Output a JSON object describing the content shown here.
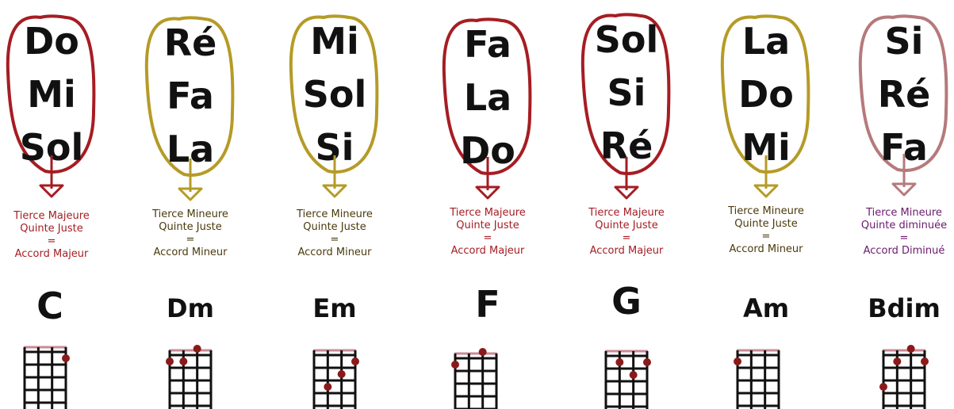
{
  "columns": [
    {
      "notes": [
        "Do",
        "Mi",
        "Sol"
      ],
      "desc": [
        "Tierce Majeure",
        "Quinte Juste",
        "=",
        "Accord Majeur"
      ],
      "chord": "C",
      "color": "#a51d23",
      "text_color": "#a51d23",
      "dots": [
        [
          3,
          2
        ]
      ]
    },
    {
      "notes": [
        "Ré",
        "Fa",
        "La"
      ],
      "desc": [
        "Tierce Mineure",
        "Quinte Juste",
        "=",
        "Accord Mineur"
      ],
      "chord": "Dm",
      "color": "#b59b27",
      "text_color": "#4a3a0c",
      "dots": [
        [
          0,
          2
        ],
        [
          1,
          2
        ],
        [
          2,
          1
        ]
      ]
    },
    {
      "notes": [
        "Mi",
        "Sol",
        "Si"
      ],
      "desc": [
        "Tierce Mineure",
        "Quinte Juste",
        "=",
        "Accord Mineur"
      ],
      "chord": "Em",
      "color": "#b59b27",
      "text_color": "#4a3a0c",
      "dots": [
        [
          1,
          4
        ],
        [
          2,
          3
        ],
        [
          3,
          2
        ]
      ]
    },
    {
      "notes": [
        "Fa",
        "La",
        "Do"
      ],
      "desc": [
        "Tierce Majeure",
        "Quinte Juste",
        "=",
        "Accord Majeur"
      ],
      "chord": "F",
      "color": "#a51d23",
      "text_color": "#a51d23",
      "dots": [
        [
          0,
          2
        ],
        [
          2,
          1
        ]
      ]
    },
    {
      "notes": [
        "Sol",
        "Si",
        "Ré"
      ],
      "desc": [
        "Tierce Majeure",
        "Quinte Juste",
        "=",
        "Accord Majeur"
      ],
      "chord": "G",
      "color": "#a51d23",
      "text_color": "#a51d23",
      "dots": [
        [
          1,
          2
        ],
        [
          2,
          3
        ],
        [
          3,
          2
        ]
      ]
    },
    {
      "notes": [
        "La",
        "Do",
        "Mi"
      ],
      "desc": [
        "Tierce Mineure",
        "Quinte Juste",
        "=",
        "Accord Mineur"
      ],
      "chord": "Am",
      "color": "#b59b27",
      "text_color": "#4a3a0c",
      "dots": [
        [
          0,
          2
        ]
      ]
    },
    {
      "notes": [
        "Si",
        "Ré",
        "Fa"
      ],
      "desc": [
        "Tierce Mineure",
        "Quinte diminuée",
        "=",
        "Accord Diminué"
      ],
      "chord": "Bdim",
      "color": "#b57a7c",
      "text_color": "#6a1a6e",
      "dots": [
        [
          0,
          4
        ],
        [
          1,
          2
        ],
        [
          2,
          1
        ],
        [
          3,
          2
        ]
      ]
    }
  ],
  "fret_color": "#111111",
  "nut_color": "#c98a95",
  "dot_color": "#8a1a1a"
}
